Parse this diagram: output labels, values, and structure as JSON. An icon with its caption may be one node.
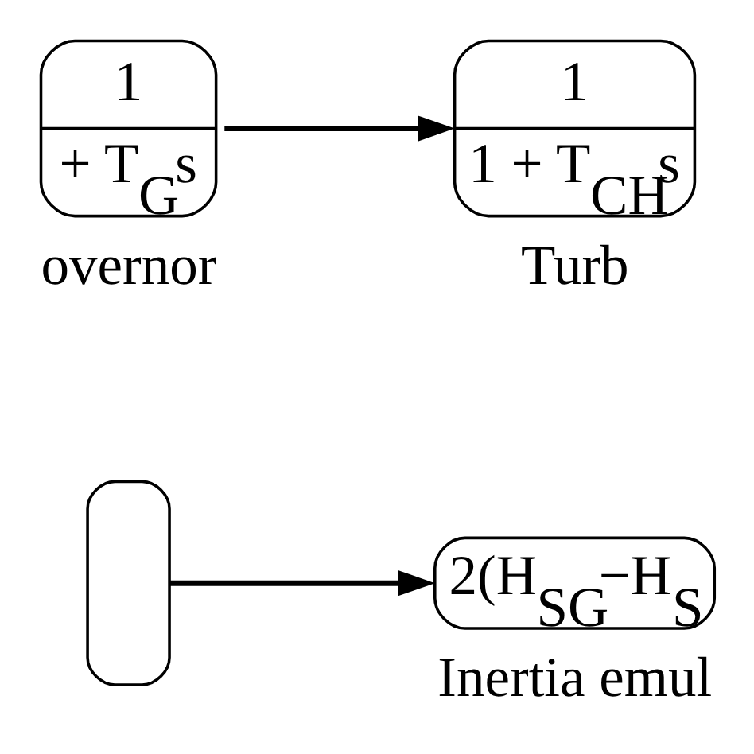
{
  "diagram": {
    "nodes": [
      {
        "text": [
          "1",
          "+ T$_{G}$s"
        ],
        "beside": [
          "overnor"
        ]
      },
      {
        "text": [
          "1",
          "1 + T$_{CH}$s"
        ],
        "beside": [
          "Turb"
        ]
      },
      {
        "text": [],
        "shape": "box"
      },
      {
        "text": [
          "2(H$_{SG}$−H$_{S}$"
        ],
        "beside": [
          "Inertia emul"
        ]
      }
    ],
    "edges": [
      {
        "from": 0,
        "to": 1,
        "arrow": "to"
      },
      {
        "from": 2,
        "to": 3,
        "arrow": "to"
      }
    ]
  }
}
